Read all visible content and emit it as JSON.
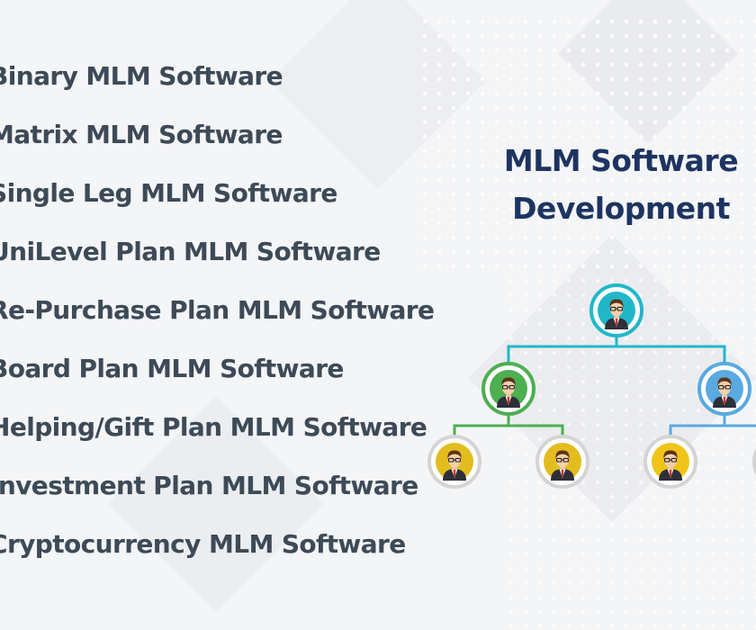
{
  "list": {
    "items": [
      "Binary MLM Software",
      "Matrix MLM Software",
      "Single Leg MLM Software",
      "UniLevel Plan MLM Software",
      "Re-Purchase Plan MLM Software",
      "Board Plan MLM Software",
      "Helping/Gift Plan MLM Software",
      "Investment Plan MLM Software",
      "Cryptocurrency MLM Software"
    ]
  },
  "heading": {
    "line1": "MLM Software",
    "line2": "Development"
  },
  "tree": {
    "icon": "businessman-avatar-icon",
    "colors": {
      "root": "#20b8c9",
      "left_branch": "#4caf50",
      "right_branch": "#5aa9e0",
      "leaf_ring": "#d4d4d4",
      "leaf_fill_left": "#e3bd1f",
      "leaf_fill_right": "#f0c419"
    }
  },
  "colors": {
    "text": "#3d4a57",
    "heading": "#1d3461",
    "background": "#f4f5f7"
  }
}
